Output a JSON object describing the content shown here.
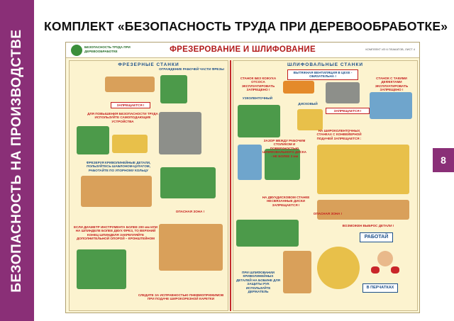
{
  "side_text": "БЕЗОПАСНОСТЬ НА ПРОИЗВОДСТВЕ",
  "header_title": "КОМПЛЕКТ «БЕЗОПАСНОСТЬ ТРУДА ПРИ ДЕРЕВООБРАБОТКЕ»",
  "page_number": "8",
  "poster": {
    "logo_text": "БЕЗОПАСНОСТЬ ТРУДА ПРИ ДЕРЕВООБРАБОТКЕ",
    "heading": "ФРЕЗЕРОВАНИЕ И ШЛИФОВАНИЕ",
    "set_note": "КОМПЛЕКТ ИЗ 6 ПЛАКАТОВ, ЛИСТ 4",
    "left_title": "ФРЕЗЕРНЫЕ СТАНКИ",
    "right_title": "ШЛИФОВАЛЬНЫЕ СТАНКИ",
    "guard_caption": "ОГРАЖДЕНИЕ РАБОЧЕЙ ЧАСТИ ФРЕЗЫ",
    "forbidden": "ЗАПРЕЩАЕТСЯ !",
    "safety_note": "ДЛЯ ПОВЫШЕНИЯ БЕЗОПАСНОСТИ ТРУДА ИСПОЛЬЗУЙТЕ САМОПОДАЮЩИЕ УСТРОЙСТВА",
    "template_note": "ФРЕЗЕРУЯ КРИВОЛИНЕЙНЫЕ ДЕТАЛИ, ПОЛЬЗУЙТЕСЬ ШАБЛОНОМ-ЦУЛАГОМ, РАБОТАЙТЕ ПО УПОРНОМУ КОЛЬЦУ",
    "danger_zone": "ОПАСНАЯ ЗОНА !",
    "diameter_note": "ЕСЛИ ДИАМЕТР ИНСТРУМЕНТА БОЛЕЕ 200 мм ИЛИ НА ШПИНДЕЛЕ БОЛЕЕ ДВУХ ФРЕЗ, ТО ВЕРХНИЙ КОНЕЦ ШПИНДЕЛЯ ЗАКРЕПЛЯЙТЕ ДОПОЛНИТЕЛЬНОЙ ОПОРОЙ – КРОНШТЕЙНОМ",
    "pneumo_note": "СЛЕДИТЕ ЗА ИСПРАВНОСТЬЮ ПНЕВМОПРИЖИМОВ ПРИ ПОДАЧЕ ШИРОКОРЕЗНОЙ КАРЕТКИ",
    "vent_note": "ВЫТЯЖНАЯ ВЕНТИЛЯЦИЯ В ЦЕХЕ - ОБЯЗАТЕЛЬНА !",
    "no_cover_note": "СТАНОК БЕЗ КОЖУХА ОТСОСА ЭКСПЛУАТИРОВАТЬ ЗАПРЕЩЕНО !",
    "tape_label": "УЗКОЛЕНТОЧНЫЙ",
    "disc_label": "ДИСКОВЫЙ",
    "defect_note": "СТАНОК С ТАКИМИ ДЕФЕКТАМИ ЭКСПЛУАТИРОВАТЬ ЗАПРЕЩЕНО !",
    "gap_note": "ЗАЗОР МЕЖДУ РАБОЧИМ СТОЛИКОМ И ПОВЕРХНОСТЬЮ ШЛИФОВАЛЬНОГО ДИСКА - НЕ БОЛЕЕ 3 мм",
    "drum_note": "НА ДВУХДИСКОВОМ СТАНКЕ НЕСВЯЗАННЫЕ ДИСКИ ЗАПРЕЩАЕТСЯ !",
    "wide_belt_note": "НА ШИРОКОЛЕНТОЧНЫХ СТАНКАХ С КОНВЕЙЕРНОЙ ПОДАЧЕЙ ЗАПРЕЩАЕТСЯ :",
    "kickback": "ВОЗМОЖЕН ВЫБРОС ДЕТАЛИ !",
    "work_badge": "РАБОТАЙ",
    "gloves_badge": "В ПЕРЧАТКАХ",
    "curved_note": "ПРИ ШЛИФОВАНИИ КРИВОЛИНЕЙНЫХ ДЕТАЛЕЙ НА БОБИНЕ ДЛЯ ЗАЩИТЫ РУК ИСПОЛЬЗУЙТЕ ДЕРЖАТЕЛЬ"
  },
  "colors": {
    "band": "#8a2f77",
    "poster_bg": "#fdf7d8",
    "accent_red": "#c41d1d",
    "accent_blue": "#1b4f8a"
  }
}
